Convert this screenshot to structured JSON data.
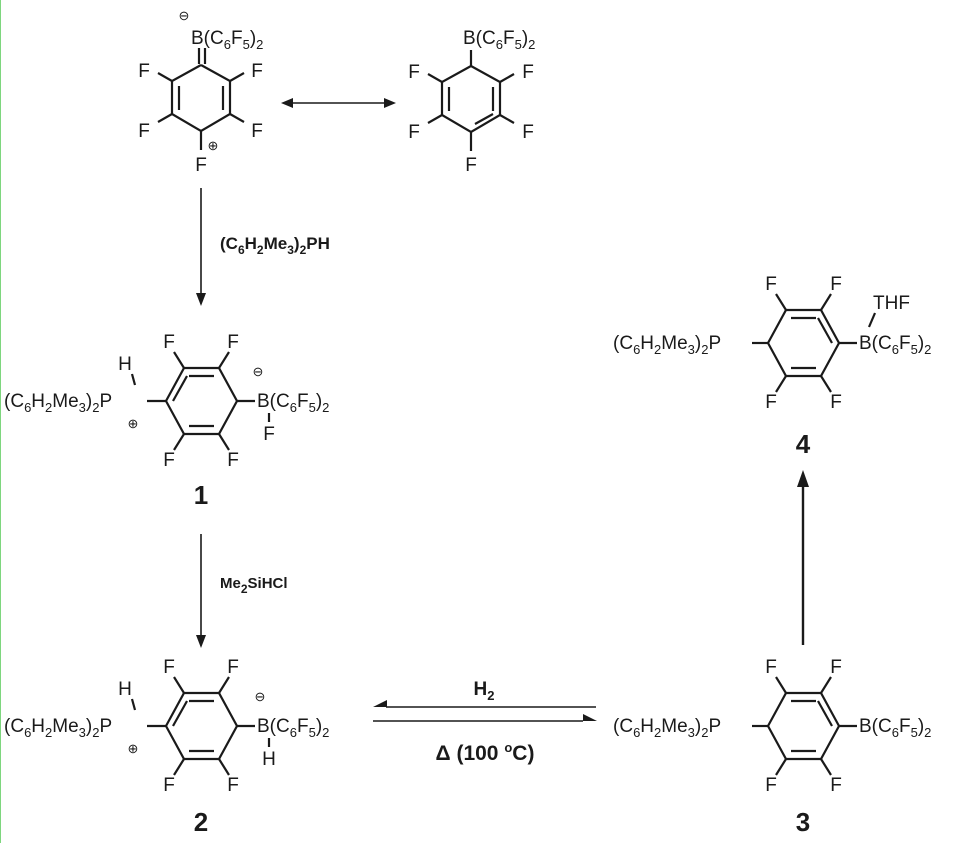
{
  "labels": {
    "top_left_boron": "B(C6F5)2",
    "top_right_boron": "B(C6F5)2",
    "phosphine_reagent": "(C6H2Me3)2PH",
    "silane_reagent": "Me2SiHCl",
    "h2_reagent": "H2",
    "heat_condition": "Δ (100 oC)",
    "phosphine_group": "(C6H2Me3)2P",
    "borate_group": "B(C6F5)2",
    "thf": "THF",
    "fluorine": "F",
    "hydrogen": "H"
  },
  "compounds": [
    {
      "id": "1",
      "number": "1"
    },
    {
      "id": "2",
      "number": "2"
    },
    {
      "id": "3",
      "number": "3"
    },
    {
      "id": "4",
      "number": "4"
    }
  ],
  "charges": {
    "negative": "⊖",
    "positive": "⊕"
  }
}
